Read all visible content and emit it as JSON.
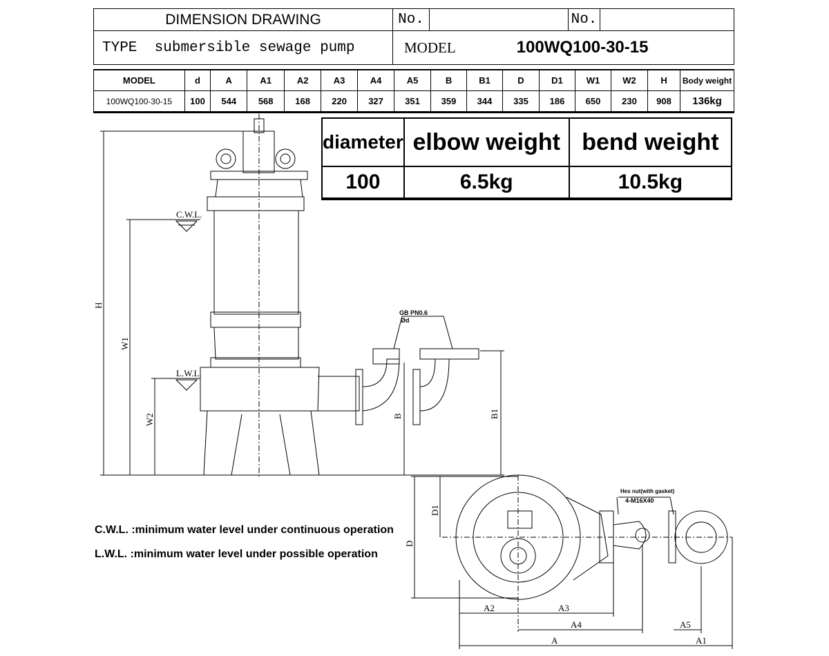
{
  "header": {
    "title": "DIMENSION DRAWING",
    "no_label_1": "No.",
    "no_value_1": "",
    "no_label_2": "No.",
    "no_value_2": "",
    "type_label": "TYPE",
    "type_value": "submersible sewage pump",
    "model_label": "MODEL",
    "model_value": "100WQ100-30-15"
  },
  "spec_table": {
    "headers": [
      "MODEL",
      "d",
      "A",
      "A1",
      "A2",
      "A3",
      "A4",
      "A5",
      "B",
      "B1",
      "D",
      "D1",
      "W1",
      "W2",
      "H",
      "Body weight"
    ],
    "row": [
      "100WQ100-30-15",
      "100",
      "544",
      "568",
      "168",
      "220",
      "327",
      "351",
      "359",
      "344",
      "335",
      "186",
      "650",
      "230",
      "908",
      "136kg"
    ]
  },
  "weight_table": {
    "headers": [
      "diameter",
      "elbow weight",
      "bend weight"
    ],
    "row": [
      "100",
      "6.5kg",
      "10.5kg"
    ]
  },
  "drawing": {
    "cwl": "C.W.L.",
    "lwl": "L.W.L.",
    "dims": {
      "H": "H",
      "W1": "W1",
      "W2": "W2",
      "B": "B",
      "B1": "B1",
      "D": "D",
      "D1": "D1",
      "A": "A",
      "A1": "A1",
      "A2": "A2",
      "A3": "A3",
      "A4": "A4",
      "A5": "A5"
    },
    "flange_note_1": "GB PN0.6",
    "flange_note_2": "Ød",
    "hex_note_1": "Hex nut(with gasket)",
    "hex_note_2": "4-M16X40"
  },
  "legend": {
    "cwl": "C.W.L. :minimum water level under continuous operation",
    "lwl": "L.W.L. :minimum water level under possible operation"
  }
}
